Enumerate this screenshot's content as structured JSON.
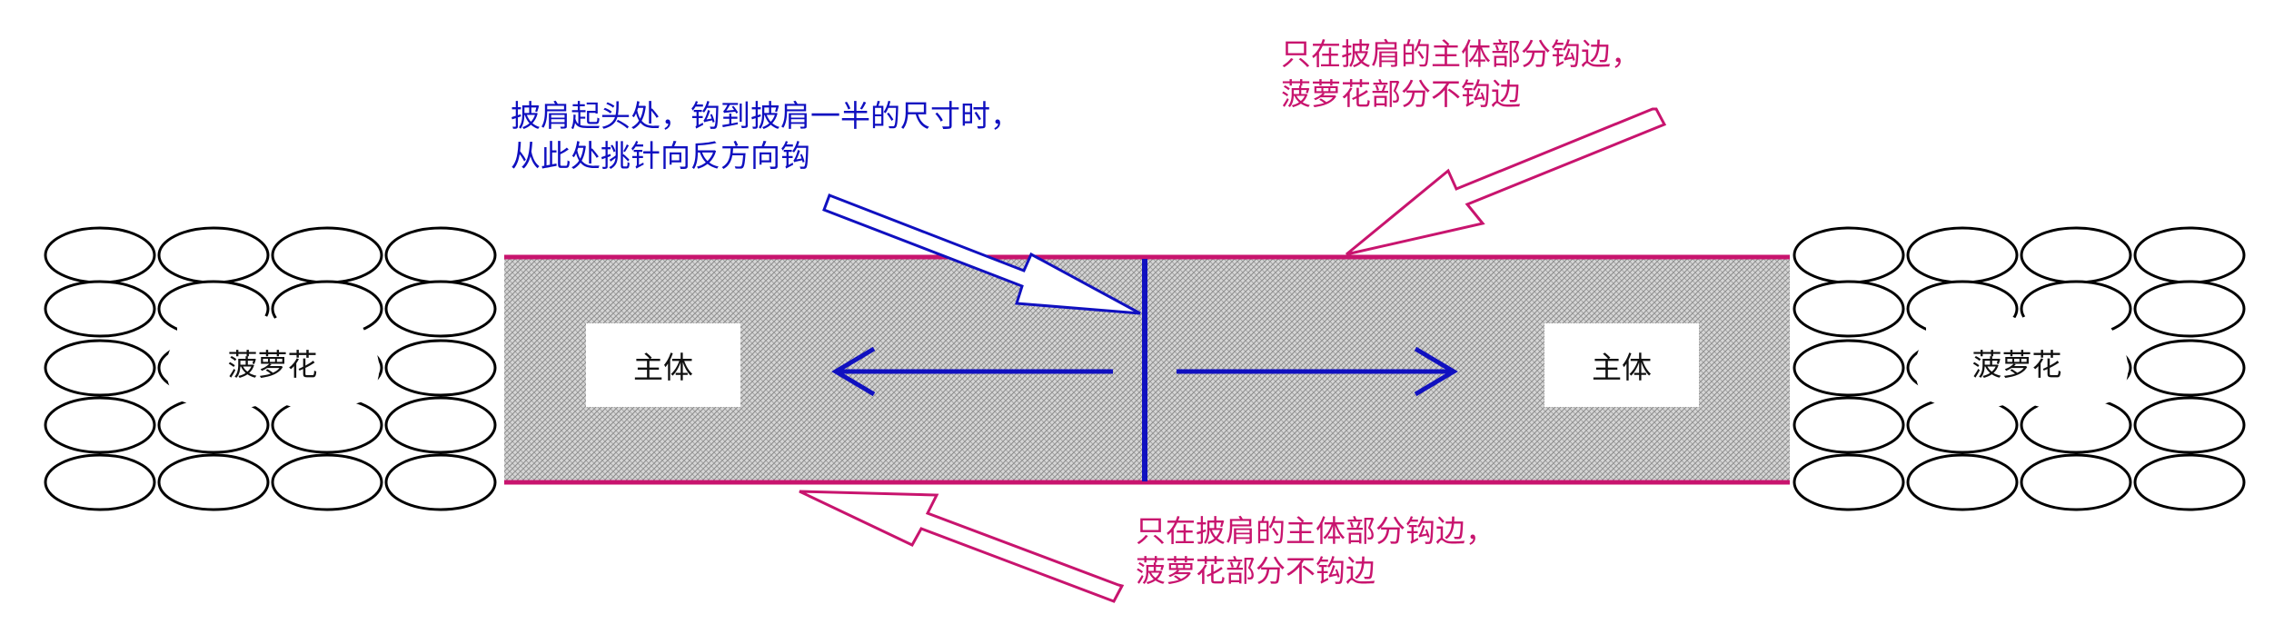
{
  "notes": {
    "start": {
      "line1": "披肩起头处，钩到披肩一半的尺寸时，",
      "line2": "从此处挑针向反方向钩"
    },
    "top_right": {
      "line1": "只在披肩的主体部分钩边，",
      "line2": "菠萝花部分不钩边"
    },
    "bottom": {
      "line1": "只在披肩的主体部分钩边，",
      "line2": "菠萝花部分不钩边"
    }
  },
  "labels": {
    "pineapple_left": "菠萝花",
    "pineapple_right": "菠萝花",
    "body_left": "主体",
    "body_right": "主体"
  },
  "colors": {
    "blue": "#1010c0",
    "magenta": "#c8146e",
    "hatch": "#b0b0b0"
  }
}
